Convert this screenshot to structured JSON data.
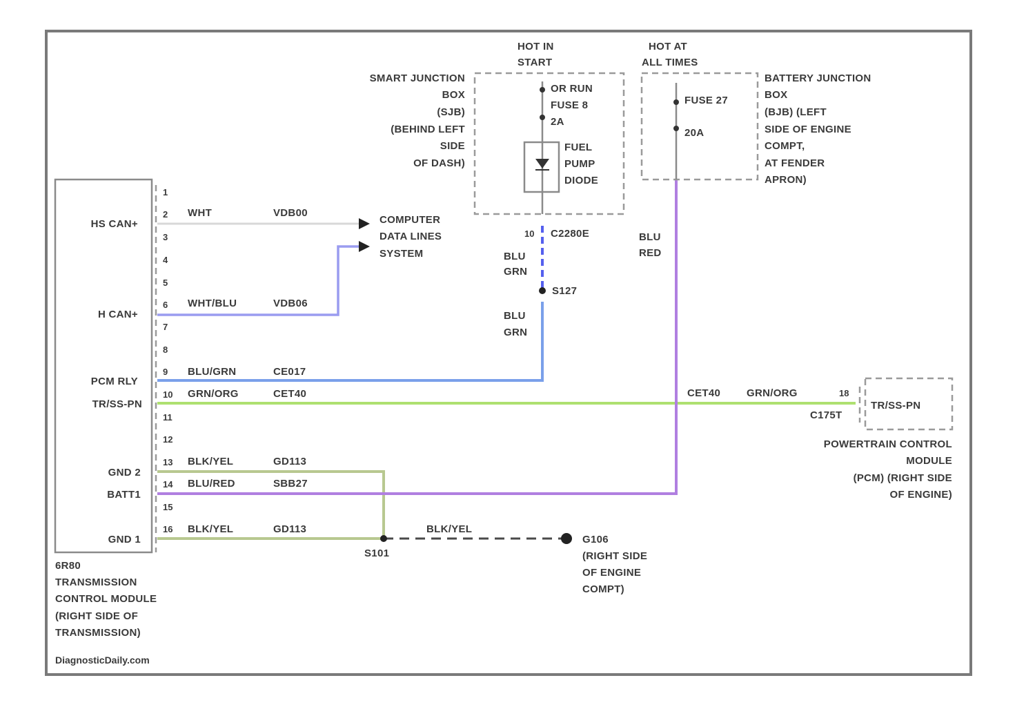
{
  "colors": {
    "frame": "#7a7a7a",
    "wire_wht": "#d8d8d8",
    "wire_whtblu": "#9a9cf0",
    "wire_blugrn": "#7aa0ea",
    "wire_blugrn_dash": "#5560ee",
    "wire_grnorg": "#aee070",
    "wire_blkyel": "#b8c890",
    "wire_blured": "#b07fe0",
    "wire_blkyel_dash": "#4a4a4a"
  },
  "tcm": {
    "pins": [
      "1",
      "2",
      "3",
      "4",
      "5",
      "6",
      "7",
      "8",
      "9",
      "10",
      "11",
      "12",
      "13",
      "14",
      "15",
      "16"
    ],
    "signals": [
      "HS CAN+",
      "H CAN+",
      "PCM RLY",
      "TR/SS-PN",
      "GND 2",
      "BATT1",
      "GND 1"
    ],
    "caption": [
      "6R80",
      "TRANSMISSION",
      "CONTROL MODULE",
      "(RIGHT SIDE OF",
      "TRANSMISSION)"
    ]
  },
  "wires": {
    "w2_color": "WHT",
    "w2_circuit": "VDB00",
    "w6_color": "WHT/BLU",
    "w6_circuit": "VDB06",
    "w9_color": "BLU/GRN",
    "w9_circuit": "CE017",
    "w10_color": "GRN/ORG",
    "w10_circuit": "CET40",
    "w13_color": "BLK/YEL",
    "w13_circuit": "GD113",
    "w14_color": "BLU/RED",
    "w14_circuit": "SBB27",
    "w16_color": "BLK/YEL",
    "w16_circuit": "GD113",
    "pcm_circuit": "CET40",
    "pcm_color": "GRN/ORG",
    "ground_wire_color": "BLK/YEL",
    "c02_color": [
      "BLU",
      "GRN"
    ],
    "s127_color": [
      "BLU",
      "GRN"
    ],
    "batt_color": [
      "BLU",
      "RED"
    ]
  },
  "data_lines": [
    "COMPUTER",
    "DATA LINES",
    "SYSTEM"
  ],
  "sjb": {
    "header": [
      "HOT IN",
      "START"
    ],
    "label": [
      "SMART JUNCTION",
      "BOX",
      "(SJB)",
      "(BEHIND LEFT",
      "SIDE",
      "OF DASH)"
    ],
    "fuse": [
      "OR RUN",
      "FUSE 8",
      "2A"
    ],
    "diode": [
      "FUEL",
      "PUMP",
      "DIODE"
    ],
    "connector": "C2280E",
    "pin": "10"
  },
  "bjb": {
    "header": [
      "HOT AT",
      "ALL TIMES"
    ],
    "label": [
      "BATTERY JUNCTION",
      "BOX",
      "(BJB) (LEFT",
      "SIDE OF ENGINE",
      "COMPT,",
      "AT FENDER",
      "APRON)"
    ],
    "fuse": "FUSE 27",
    "fuse_rating": "20A"
  },
  "splice_s127": "S127",
  "splice_s101": "S101",
  "ground_g106": [
    "G106",
    "(RIGHT SIDE",
    "OF ENGINE",
    "COMPT)"
  ],
  "pcm": {
    "pin": "18",
    "connector": "C175T",
    "signal": "TR/SS-PN",
    "caption": [
      "POWERTRAIN CONTROL",
      "MODULE",
      "(PCM) (RIGHT SIDE",
      "OF ENGINE)"
    ]
  },
  "footer": "DiagnosticDaily.com"
}
